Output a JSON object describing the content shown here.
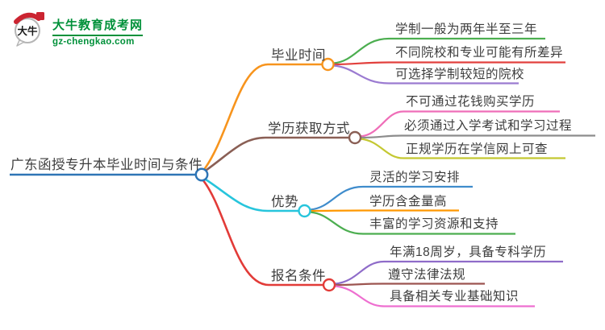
{
  "logo": {
    "title": "大牛教育成考网",
    "url": "gz-chengkao.com",
    "icon_text": "大牛",
    "brand_color": "#00913a"
  },
  "map": {
    "root": {
      "label": "广东函授专升本毕业时间与条件",
      "color": "#2e75b6"
    },
    "branches": [
      {
        "label": "毕业时间",
        "color": "#f7941d",
        "children": [
          {
            "label": "学制一般为两年半至三年",
            "color": "#4cae50"
          },
          {
            "label": "不同院校和专业可能有所差异",
            "color": "#e2403d"
          },
          {
            "label": "可选择学制较短的院校",
            "color": "#9b7bd1"
          }
        ]
      },
      {
        "label": "学历获取方式",
        "color": "#8a5f55",
        "children": [
          {
            "label": "不可通过花钱购买学历",
            "color": "#ef6eb8"
          },
          {
            "label": "必须通过入学考试和学习过程",
            "color": "#8c8c8c"
          },
          {
            "label": "正规学历在学信网上可查",
            "color": "#c4c832"
          }
        ]
      },
      {
        "label": "优势",
        "color": "#27c5dc",
        "children": [
          {
            "label": "灵活的学习安排",
            "color": "#3f8ccc"
          },
          {
            "label": "学历含金量高",
            "color": "#ff9800"
          },
          {
            "label": "丰富的学习资源和支持",
            "color": "#4cae50"
          }
        ]
      },
      {
        "label": "报名条件",
        "color": "#e23b38",
        "children": [
          {
            "label": "年满18周岁，具备专科学历",
            "color": "#8f6cc9"
          },
          {
            "label": "遵守法律法规",
            "color": "#9c5550"
          },
          {
            "label": "具备相关专业基础知识",
            "color": "#ee6fd0"
          }
        ]
      }
    ]
  }
}
